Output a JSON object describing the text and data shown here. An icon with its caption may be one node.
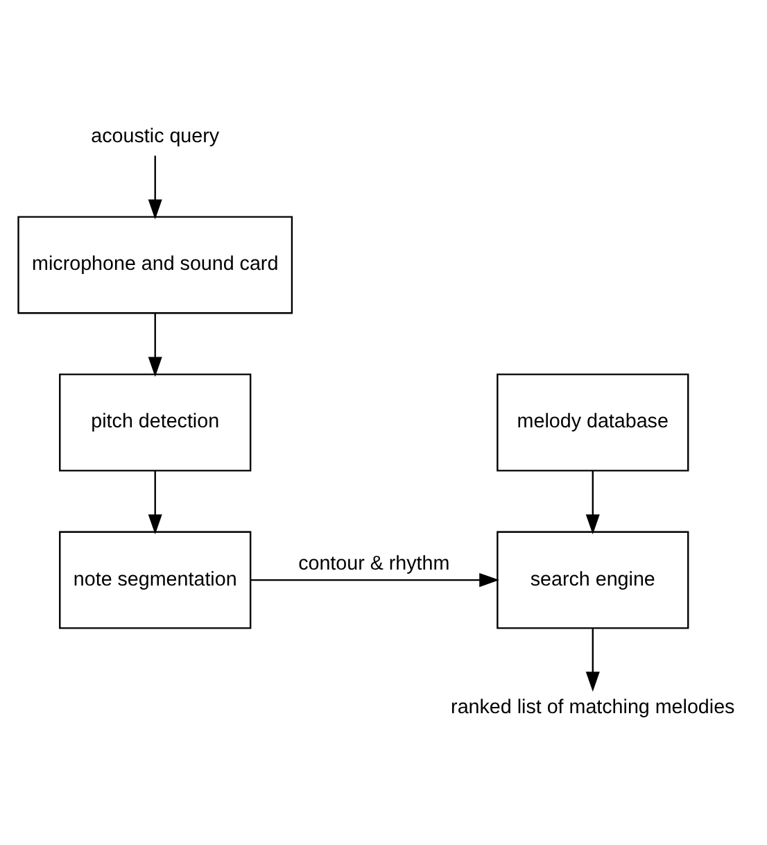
{
  "diagram": {
    "nodes": [
      {
        "text": [
          "acoustic query"
        ]
      },
      {
        "text": [
          "microphone and sound card"
        ]
      },
      {
        "text": [
          "pitch detection"
        ]
      },
      {
        "text": [
          "note segmentation"
        ]
      },
      {
        "text": [
          "melody database"
        ]
      },
      {
        "text": [
          "search engine"
        ]
      },
      {
        "text": [
          "ranked list of matching melodies"
        ]
      }
    ],
    "edges": [
      {
        "from": 0,
        "to": 1,
        "arrow": "to"
      },
      {
        "from": 1,
        "to": 2,
        "arrow": "to"
      },
      {
        "from": 2,
        "to": 3,
        "arrow": "to"
      },
      {
        "from": 3,
        "to": 5,
        "label": "contour & rhythm",
        "arrow": "to"
      },
      {
        "from": 4,
        "to": 5,
        "arrow": "to"
      },
      {
        "from": 5,
        "to": 6,
        "arrow": "to"
      }
    ]
  }
}
